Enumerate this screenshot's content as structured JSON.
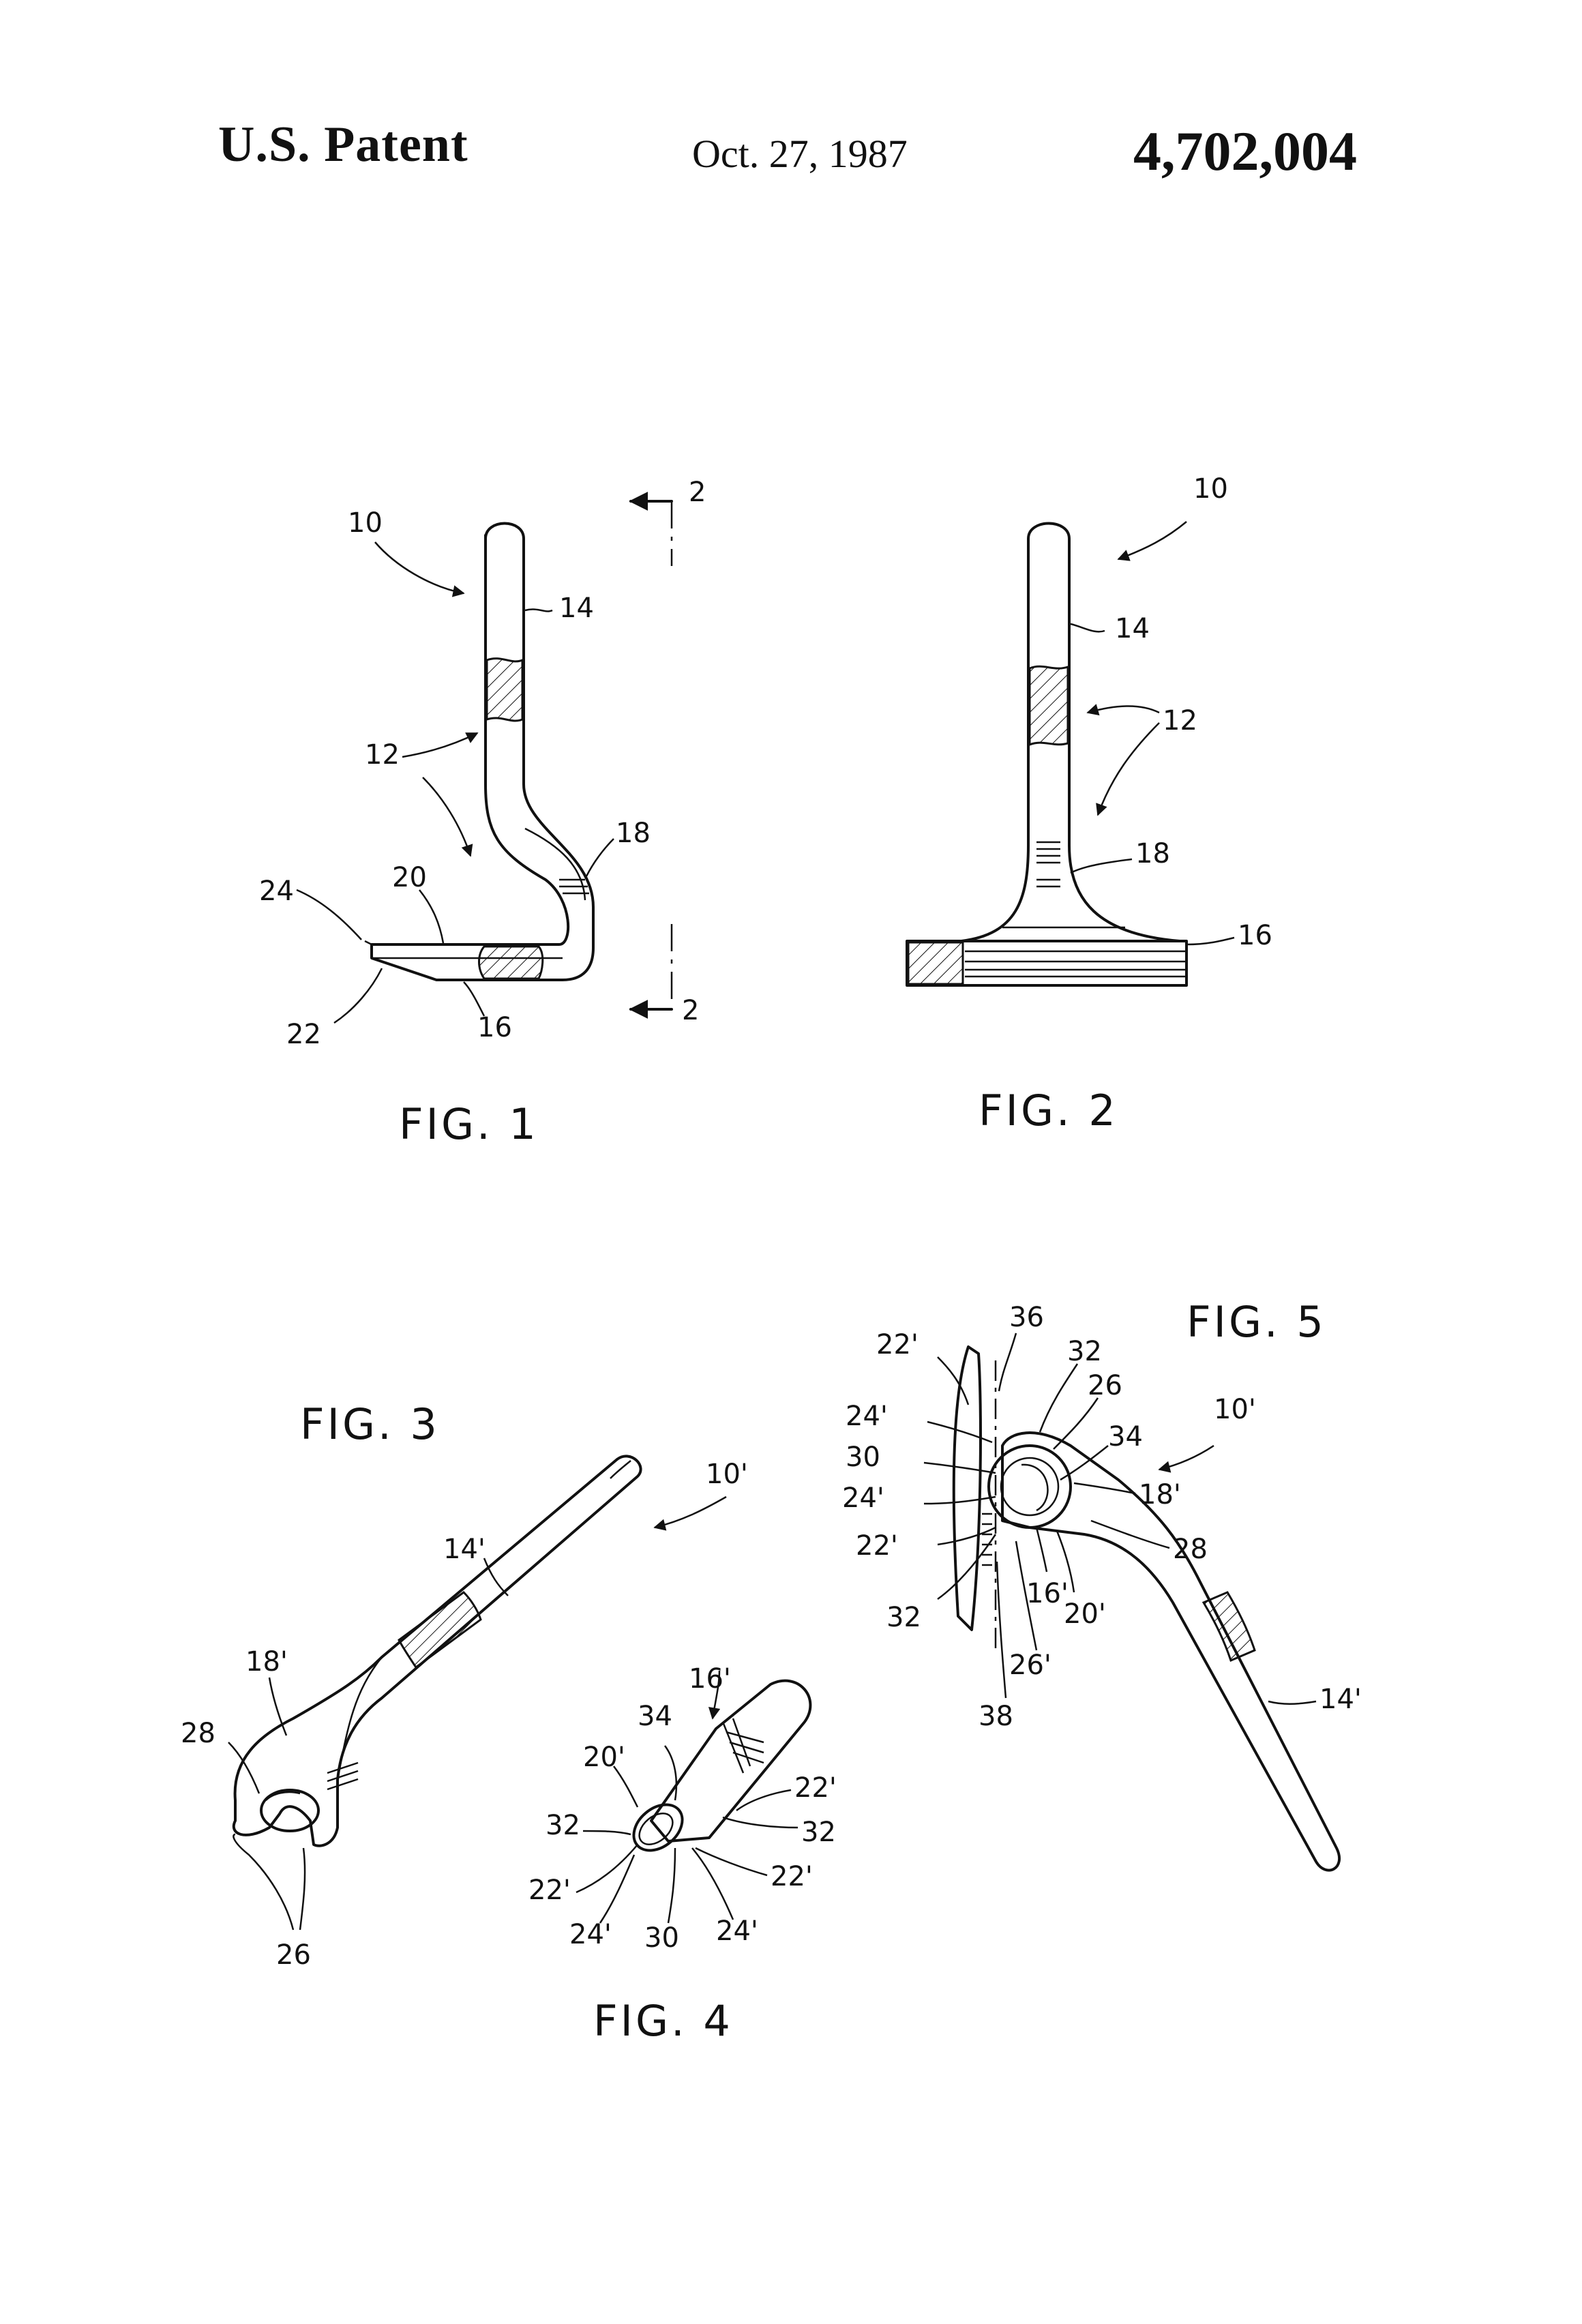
{
  "header": {
    "left": "U.S. Patent",
    "date": "Oct. 27, 1987",
    "number": "4,702,004"
  },
  "figures": {
    "fig1": {
      "caption": "FIG. 1",
      "refs": {
        "r10": "10",
        "r12": "12",
        "r14": "14",
        "r16": "16",
        "r18": "18",
        "r20": "20",
        "r22": "22",
        "r24": "24",
        "r2a": "2",
        "r2b": "2"
      }
    },
    "fig2": {
      "caption": "FIG. 2",
      "refs": {
        "r10": "10",
        "r12": "12",
        "r14": "14",
        "r16": "16",
        "r18": "18"
      }
    },
    "fig3": {
      "caption": "FIG. 3",
      "refs": {
        "r10": "10'",
        "r14": "14'",
        "r18": "18'",
        "r26": "26",
        "r28": "28"
      }
    },
    "fig4": {
      "caption": "FIG. 4",
      "refs": {
        "r16": "16'",
        "r34": "34",
        "r20": "20'",
        "r22a": "22'",
        "r32a": "32",
        "r32b": "32",
        "r22b": "22'",
        "r22c": "22'",
        "r24a": "24'",
        "r30": "30",
        "r24b": "24'"
      }
    },
    "fig5": {
      "caption": "FIG. 5",
      "refs": {
        "r36": "36",
        "r22a": "22'",
        "r32a": "32",
        "r26a": "26",
        "r10": "10'",
        "r24a": "24'",
        "r34": "34",
        "r30": "30",
        "r18": "18'",
        "r24b": "24'",
        "r28": "28",
        "r22b": "22'",
        "r32b": "32",
        "r16": "16'",
        "r20": "20'",
        "r26b": "26'",
        "r38": "38",
        "r14": "14'"
      }
    }
  }
}
